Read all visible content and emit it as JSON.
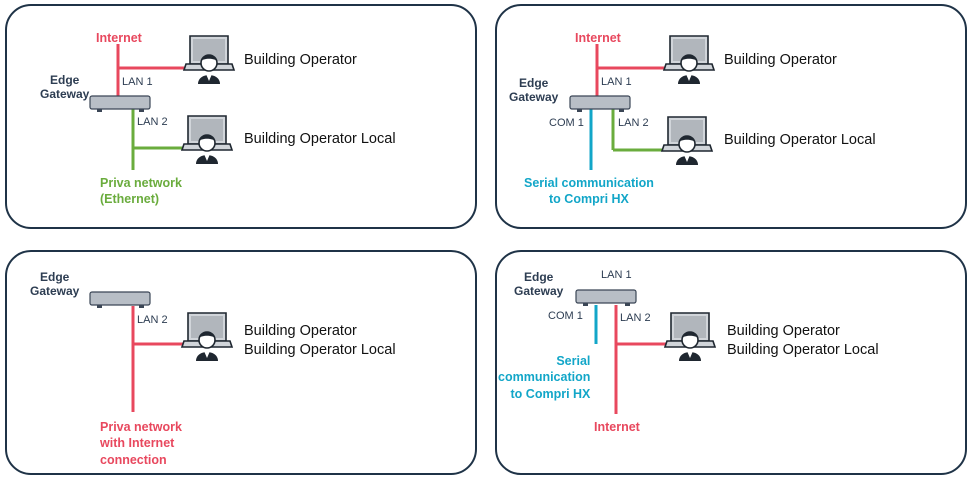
{
  "colors": {
    "border": "#1f3347",
    "internet": "#e8485e",
    "ethernet": "#6aac3d",
    "serial": "#12a6c8",
    "device": "#b8bec6"
  },
  "panels": [
    {
      "gateway": "Edge\nGateway",
      "internet": "Internet",
      "lan1": "LAN 1",
      "lan2": "LAN 2",
      "operator": "Building Operator",
      "operator_local": "Building Operator Local",
      "priva_network": "Priva network\n(Ethernet)"
    },
    {
      "gateway": "Edge\nGateway",
      "internet": "Internet",
      "lan1": "LAN 1",
      "lan2": "LAN 2",
      "com1": "COM 1",
      "operator": "Building Operator",
      "operator_local": "Building Operator Local",
      "serial": "Serial communication\nto Compri HX"
    },
    {
      "gateway": "Edge\nGateway",
      "lan2": "LAN 2",
      "operator": "Building Operator\nBuilding Operator Local",
      "priva_network": "Priva network\nwith Internet\nconnection"
    },
    {
      "gateway": "Edge\nGateway",
      "lan1": "LAN 1",
      "lan2": "LAN 2",
      "com1": "COM 1",
      "operator": "Building Operator\nBuilding Operator Local",
      "serial": "Serial\ncommunication\nto Compri HX",
      "internet": "Internet"
    }
  ]
}
